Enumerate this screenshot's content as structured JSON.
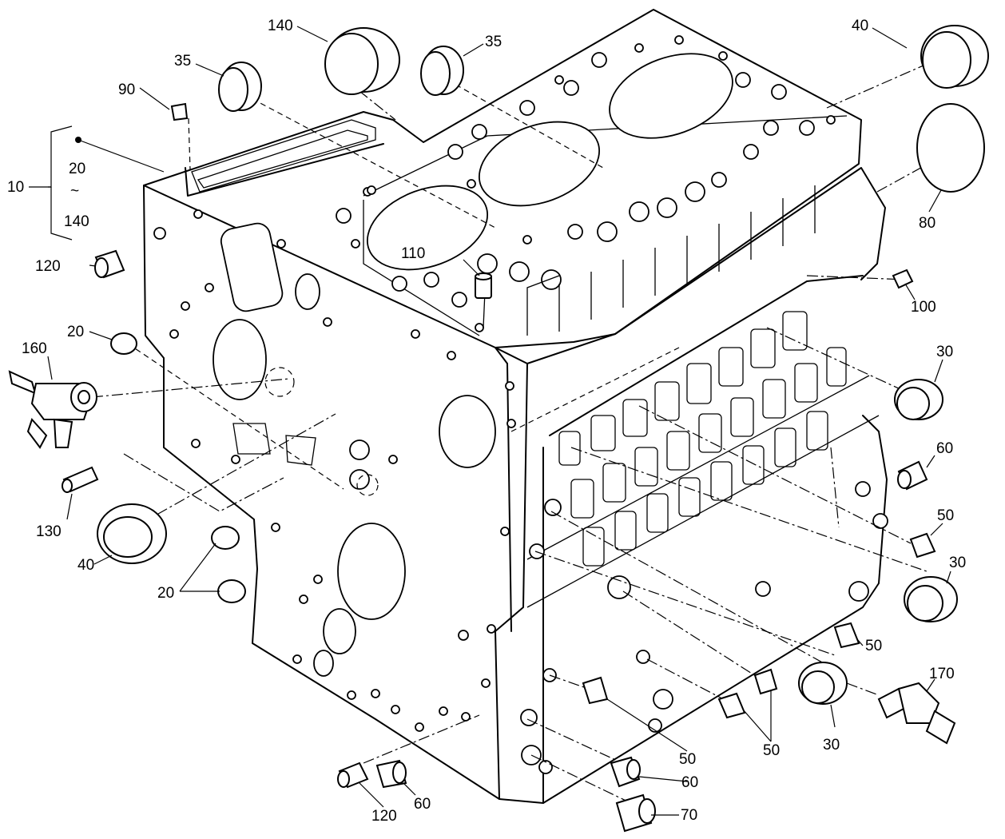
{
  "labels": [
    {
      "id": "10",
      "text": "10"
    },
    {
      "id": "10a",
      "text": "20"
    },
    {
      "id": "10b",
      "text": "~"
    },
    {
      "id": "10c",
      "text": "140"
    },
    {
      "id": "20a",
      "text": "20"
    },
    {
      "id": "20b",
      "text": "20"
    },
    {
      "id": "30a",
      "text": "30"
    },
    {
      "id": "30b",
      "text": "30"
    },
    {
      "id": "30c",
      "text": "30"
    },
    {
      "id": "35a",
      "text": "35"
    },
    {
      "id": "35b",
      "text": "35"
    },
    {
      "id": "40a",
      "text": "40"
    },
    {
      "id": "40b",
      "text": "40"
    },
    {
      "id": "50a",
      "text": "50"
    },
    {
      "id": "50b",
      "text": "50"
    },
    {
      "id": "50c",
      "text": "50"
    },
    {
      "id": "50d",
      "text": "50"
    },
    {
      "id": "60a",
      "text": "60"
    },
    {
      "id": "60b",
      "text": "60"
    },
    {
      "id": "60c",
      "text": "60"
    },
    {
      "id": "70",
      "text": "70"
    },
    {
      "id": "80",
      "text": "80"
    },
    {
      "id": "90",
      "text": "90"
    },
    {
      "id": "100",
      "text": "100"
    },
    {
      "id": "110",
      "text": "110"
    },
    {
      "id": "120a",
      "text": "120"
    },
    {
      "id": "120b",
      "text": "120"
    },
    {
      "id": "130",
      "text": "130"
    },
    {
      "id": "140",
      "text": "140"
    },
    {
      "id": "160",
      "text": "160"
    },
    {
      "id": "170",
      "text": "170"
    }
  ]
}
